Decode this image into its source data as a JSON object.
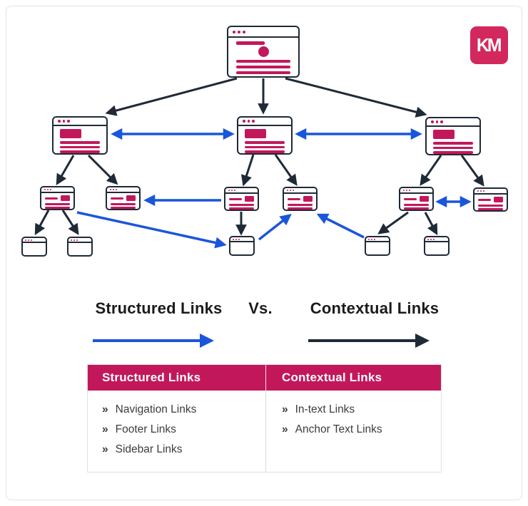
{
  "colors": {
    "accent_crimson": "#c2185b",
    "structured_blue": "#1a56db",
    "contextual_dark": "#1f2a37",
    "logo_background": "#d2285e"
  },
  "logo": {
    "text": "KM"
  },
  "comparison": {
    "left_title": "Structured Links",
    "vs": "Vs.",
    "right_title": "Contextual Links"
  },
  "legend": {
    "structured_arrow_color": "#1a56db",
    "contextual_arrow_color": "#1f2a37"
  },
  "diagram": {
    "node_type": "webpage-window",
    "levels": {
      "level1_nodes": 1,
      "level2_nodes": 3,
      "level3_nodes": 6,
      "level4_nodes": 5
    },
    "blue_arrow_meaning": "Structured Links",
    "black_arrow_meaning": "Contextual Links"
  },
  "table": {
    "bullet": "»",
    "columns": [
      {
        "header": "Structured Links",
        "items": [
          "Navigation Links",
          "Footer Links",
          "Sidebar Links"
        ]
      },
      {
        "header": "Contextual Links",
        "items": [
          "In-text Links",
          "Anchor Text Links"
        ]
      }
    ]
  }
}
